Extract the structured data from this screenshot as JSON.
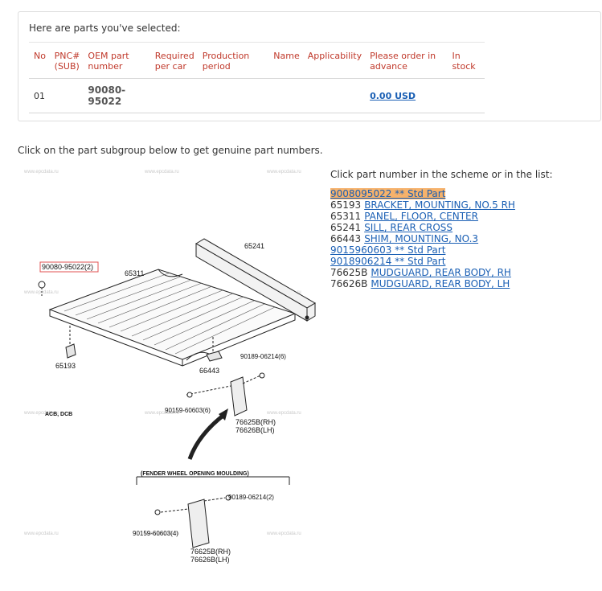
{
  "selected_panel": {
    "title": "Here are parts you've selected:",
    "columns": [
      "No",
      "PNC# (SUB)",
      "OEM part number",
      "Required per car",
      "Production period",
      "Name",
      "Applicability",
      "Please order in advance",
      "In stock"
    ],
    "rows": [
      {
        "no": "01",
        "pnc": "",
        "oem": "90080-95022",
        "required": "",
        "period": "",
        "name": "",
        "applicability": "",
        "price": "0.00 USD",
        "stock": ""
      }
    ]
  },
  "instruction": "Click on the part subgroup below to get genuine part numbers.",
  "parts_list": {
    "heading": "Click part number in the scheme or in the list:",
    "items": [
      {
        "pnc": "",
        "label": "9008095022 ** Std Part"
      },
      {
        "pnc": "65193",
        "label": "BRACKET, MOUNTING, NO.5 RH"
      },
      {
        "pnc": "65311",
        "label": "PANEL, FLOOR, CENTER"
      },
      {
        "pnc": "65241",
        "label": "SILL, REAR CROSS"
      },
      {
        "pnc": "66443",
        "label": "SHIM, MOUNTING, NO.3"
      },
      {
        "pnc": "",
        "label": "9015960603 ** Std Part"
      },
      {
        "pnc": "",
        "label": "9018906214 ** Std Part"
      },
      {
        "pnc": "76625B",
        "label": "MUDGUARD, REAR BODY, RH"
      },
      {
        "pnc": "76626B",
        "label": "MUDGUARD, REAR BODY, LH"
      }
    ]
  },
  "diagram": {
    "watermark": "www.epcdata.ru",
    "callouts": {
      "c90080": "90080-95022(2)",
      "c65311": "65311",
      "c65241": "65241",
      "c65193": "65193",
      "c66443": "66443",
      "c90189a": "90189-06214(6)",
      "c90159a": "90159-60603(6)",
      "c76625a": "76625B(RH)",
      "c76626a": "76626B(LH)",
      "acb": "ACB, DCB",
      "fender": "(FENDER WHEEL OPENING MOULDING)",
      "c90189b": "90189-06214(2)",
      "c90159b": "90159-60603(4)",
      "c76625b": "76625B(RH)",
      "c76626b": "76626B(LH)"
    }
  },
  "colors": {
    "header_red": "#c0392b",
    "link_blue": "#1a5fb4",
    "highlight": "#f6b26b"
  }
}
